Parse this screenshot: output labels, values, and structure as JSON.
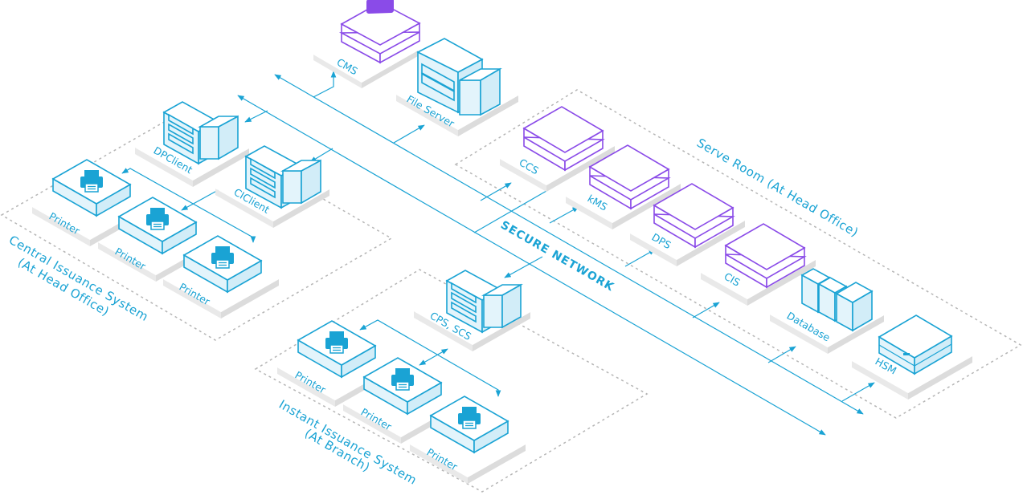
{
  "network": {
    "label": "SECURE NETWORK"
  },
  "groups": {
    "serve_room": "Serve Room (At Head Office)",
    "central_line1": "Central Issuance System",
    "central_line2": "(At Head Office)",
    "instant_line1": "Instant Issuance System",
    "instant_line2": "(At Branch)"
  },
  "nodes": {
    "cms": "CMS",
    "file_server": "File Server",
    "dpclient": "DPClient",
    "ciclient": "CIClient",
    "central_printer_1": "Printer",
    "central_printer_2": "Printer",
    "central_printer_3": "Printer",
    "ccs": "CCS",
    "kms": "kMS",
    "dps": "DPS",
    "cis": "CIS",
    "database": "Database",
    "hsm": "HSM",
    "cps_scs": "CPS, SCS",
    "branch_printer_1": "Printer",
    "branch_printer_2": "Printer",
    "branch_printer_3": "Printer"
  },
  "colors": {
    "accent": "#1aa3d4",
    "purple": "#8a4be8",
    "dashed": "#b5b5b5"
  },
  "icons": {
    "printer": "printer-icon",
    "server": "server-icon",
    "cms": "cms-icon",
    "arrow": "arrow-icon"
  }
}
